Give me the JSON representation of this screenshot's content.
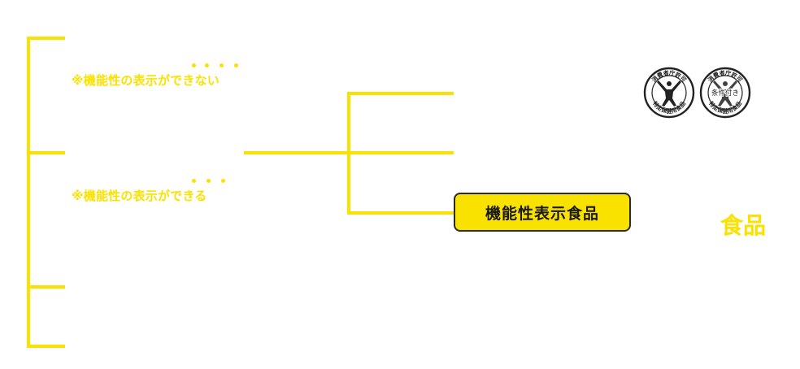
{
  "notes": {
    "cannot_display": "※機能性の表示ができない",
    "can_display": "※機能性の表示ができる"
  },
  "center_box": {
    "label": "機能性表示食品"
  },
  "right_label": "食品",
  "seals": {
    "standard": {
      "top_text": "消費者庁許可",
      "bottom_text": "特定保健用食品",
      "icon": "person-raising-arms-icon"
    },
    "conditional": {
      "top_text": "消費者庁許可",
      "middle_text": "条件付き",
      "bottom_text": "特定保健用食品",
      "icon": "person-raising-arms-icon"
    }
  },
  "colors": {
    "accent": "#fae200",
    "outline": "#2a2a2a",
    "seal": "#222222"
  }
}
